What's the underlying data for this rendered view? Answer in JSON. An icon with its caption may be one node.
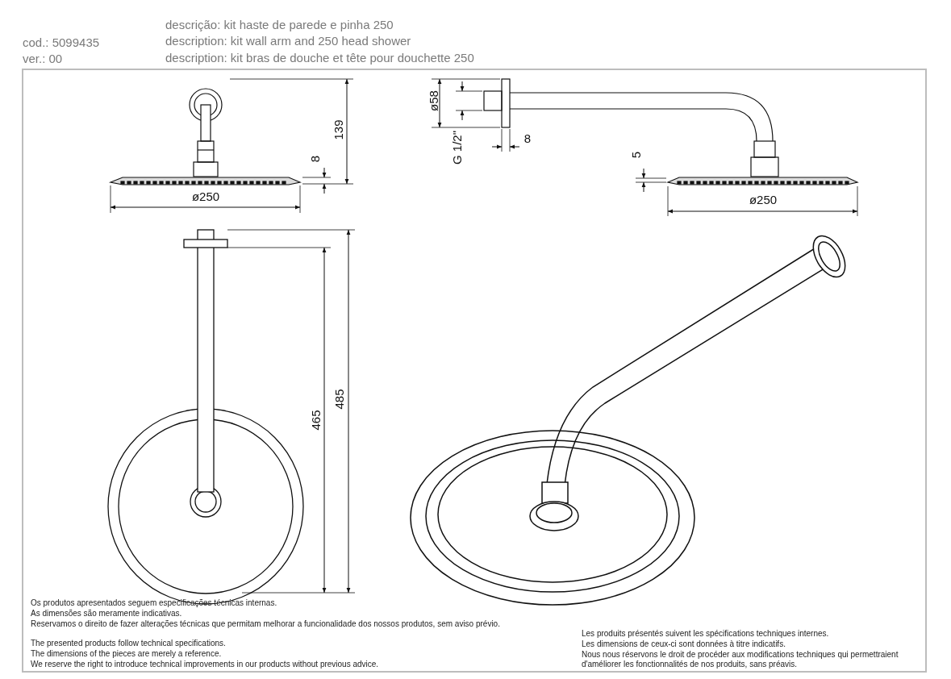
{
  "diagram": {
    "labels": [
      "cod.: 5099435",
      "ver.: 00",
      "descrição: kit haste de parede e pinha 250",
      "description: kit wall arm and 250 head shower",
      "description: kit bras de douche et tête pour douchette 250",
      "139",
      "8",
      "ø250",
      "ø58",
      "G 1/2\"",
      "8",
      "5",
      "ø250",
      "465",
      "485",
      "Os produtos apresentados seguem especificações técnicas internas.",
      "As dimensões são meramente indicativas.",
      "Reservamos o direito de fazer alterações técnicas que permitam melhorar a funcionalidade dos nossos produtos, sem aviso prévio.",
      "The presented products follow technical specifications.",
      "The dimensions of the pieces are merely a reference.",
      "We reserve the right to introduce technical improvements in our products without previous advice.",
      "Les produits présentés suivent les spécifications techniques internes.",
      "Les dimensions de ceux-ci sont données à titre indicatifs.",
      "Nous nous réservons le droit de procéder aux modifications techniques qui permettraient d'améliorer les fonctionnalités de nos produits, sans préavis."
    ]
  }
}
